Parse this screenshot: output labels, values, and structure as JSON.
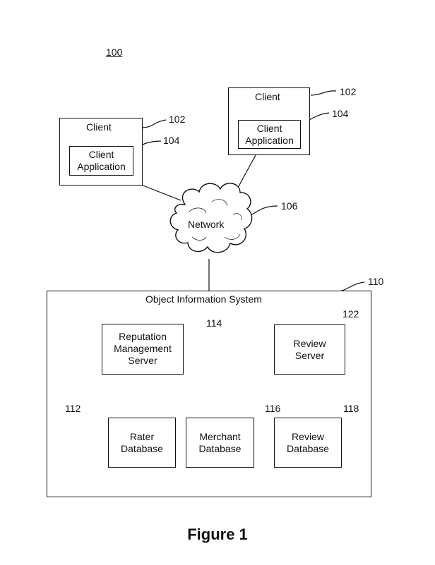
{
  "figure_ref": "100",
  "caption": "Figure 1",
  "clients": [
    {
      "label": "Client",
      "ref": "102",
      "app_line1": "Client",
      "app_line2": "Application",
      "app_ref": "104"
    },
    {
      "label": "Client",
      "ref": "102",
      "app_line1": "Client",
      "app_line2": "Application",
      "app_ref": "104"
    }
  ],
  "network": {
    "label": "Network",
    "ref": "106"
  },
  "system": {
    "label": "Object Information System",
    "ref": "110",
    "reputation_server": {
      "line1": "Reputation",
      "line2": "Management",
      "line3": "Server",
      "ref": "114"
    },
    "review_server": {
      "line1": "Review",
      "line2": "Server",
      "ref": "122"
    },
    "databases": [
      {
        "line1": "Rater",
        "line2": "Database",
        "ref": "112"
      },
      {
        "line1": "Merchant",
        "line2": "Database",
        "ref": "116"
      },
      {
        "line1": "Review",
        "line2": "Database",
        "ref": "118"
      }
    ]
  }
}
